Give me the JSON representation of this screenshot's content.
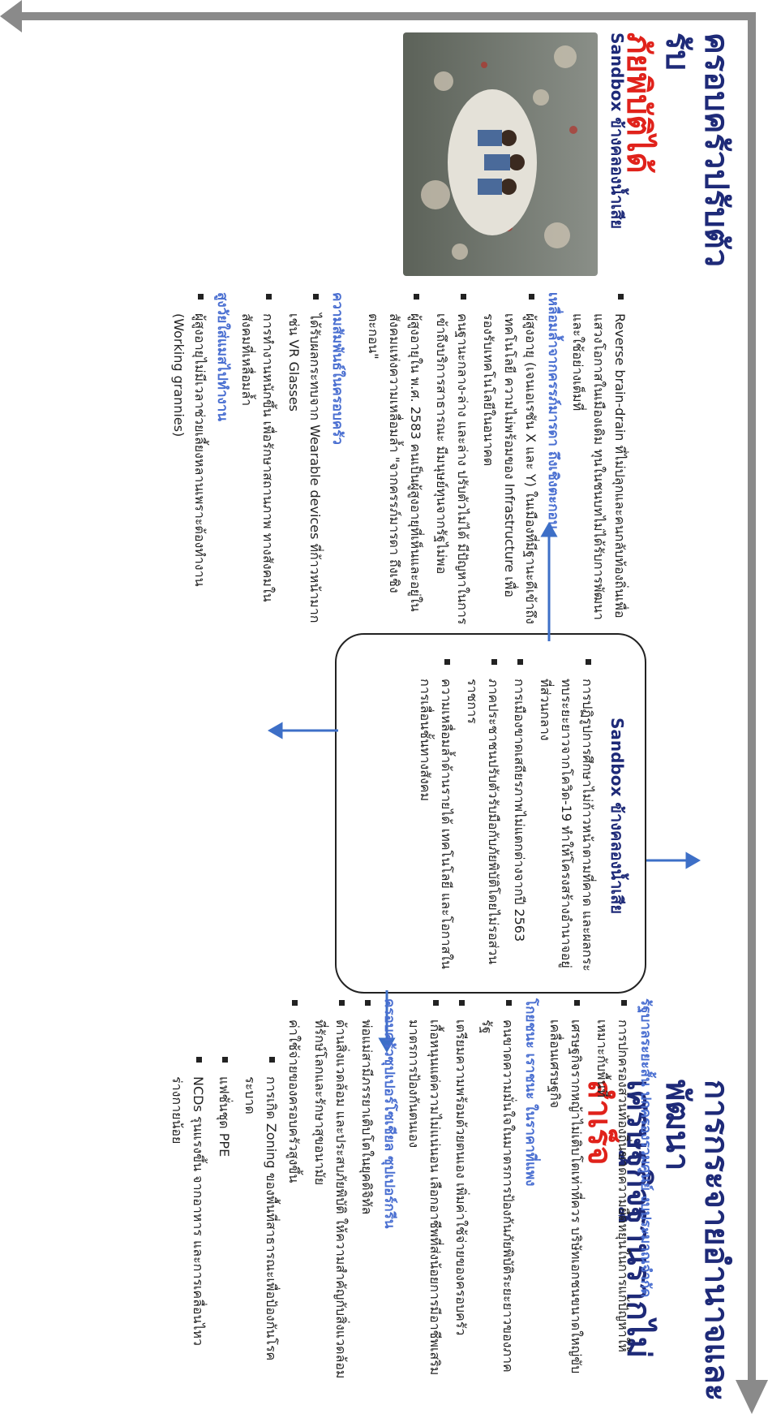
{
  "left_title": {
    "line1": "ครอบครัวปรับตัวรับ",
    "line2": "ภัยพิบัติได้"
  },
  "right_title": {
    "line1": "การกระจายอำนาจและพัฒนา",
    "line2_a": "เศรษฐกิจฐานรากไม่",
    "line2_b": "สำเร็จ"
  },
  "center": {
    "heading": "Sandbox ข้างคลองน้ำเสีย",
    "items": [
      "การปฏิรูปการศึกษาไม่ก้าวหน้าตามที่คาด และผลกระทบระยะยาวจากโควิด-19 ทำให้โครงสร้างอำนาจอยู่ที่ส่วนกลาง",
      "การเมืองขาดเสถียรภาพไม่แตกต่างจากปี 2563",
      "ภาคประชาชนปรับตัวรับมือกับภัยพิบัติโดยไม่รอส่วนราชการ",
      "ความเหลื่อมล้ำด้านรายได้ เทคโนโลยี และโอกาสในการเลื่อนชั้นทางสังคม"
    ]
  },
  "top_left": {
    "intro_items": [
      "Reverse brain-drain ที่ไม่ปลุกและคนกลับท้องถิ่นเพื่อแสวงโอกาสในเมืองเดิม ทุนในชนบทไม่ได้รับการพัฒนาและใช้อย่างเต็มที่"
    ],
    "heading": "เหลื่อมล้ำจากครรภ์มารดา ถึงเชิงตะกอน",
    "items": [
      "ผู้สูงอายุ (เจนเอเรชัน X และ Y) ในเมืองที่มีฐานะดีเข้าถึงเทคโนโลยี ความไม่พร้อมของ Infrastructure เพื่อรองรับเทคโนโลยีในอนาคต",
      "คนฐานะกลาง-ล่าง และล่าง ปรับตัวไม่ได้ มีปัญหาในการเข้าถึงบริการสาธารณะ มีมนุษย์ทุนจากรัฐไม่พอ",
      "ผู้สูงอายุใน พ.ศ. 2583 คนเป็นผู้สูงอายุที่เห็นและอยู่ในสังคมแห่งความเหลื่อมล้ำ \"จากครรภ์มารดา ถึงเชิงตะกอน\""
    ]
  },
  "bottom_left": {
    "heading1": "ความสัมพันธ์ในครอบครัว",
    "items1": [
      "ได้รับผลกระทบจาก Wearable devices ที่ก้าวหน้ามาก เช่น VR Glasses",
      "การทำงานหนักขึ้น เพื่อรักษาสถานภาพ ทางสังคมในสังคมที่เหลื่อมล้ำ"
    ],
    "heading2": "สูงวัยใส่แมสไปทำงาน",
    "items2": [
      "ผู้สูงอายุไม่มีเวลาช่วยเลี้ยงหลานเพราะต้องทำงาน (Working grannies)"
    ]
  },
  "right_upper": {
    "heading1": "รัฐบาลระยะสั้น ปกครองรวมศูนย์ งบประมาณจำกัด",
    "items1": [
      "การปกครองส่วนท้องถิ่นขาดความยืดหยุ่นในการแก้ปัญหาให้เหมาะกับพื้นที่",
      "เศรษฐกิจรากหญ้าไม่เติบโตเท่าที่ควร บริษัทเอกชนขนาดใหญ่ขับเคลื่อนเศรษฐกิจ"
    ],
    "heading2": "โกยชนะ เราชนะ ในราคาที่แพง",
    "items2": [
      "คนขาดความมั่นใจในมาตรการป้องกันภัยพิบัติระยะยาวของภาครัฐ",
      "เตรียมความพร้อมด้วยตนเอง เพิ่มค่าใช้จ่ายของครอบครัว",
      "เกื้อหนุนแต่ความไม่แน่นอน เลือกอาชีพที่ส่งน้อยการมีอาชีพเสริม มาตรการป้องกันตนเอง"
    ],
    "heading3": "ครอบครัวซุปเปอร์โซเชียล ซุปเปอร์กรีน",
    "items3": [
      "พ่อแม่สามีภรรยาเติบโตในยุคดิจิทัล",
      "ด้านสิ่งแวดล้อม และประสบภัยพิบัติ ให้ความสำคัญกับสิ่งแวดล้อมที่รักษ์โลกและรักษาสุขอนามัย",
      "ค่าใช้จ่ายของครอบครัวสูงขึ้น"
    ]
  },
  "right_lower": {
    "items": [
      "การเกิด Zoning ของพื้นที่สาธารณะเพื่อป้องกันโรคระบาด",
      "แฟชั่นชุด PPE",
      "NCDs รุนแรงขึ้น จากอาหาร และการเคลื่อนไหวร่างกายน้อย"
    ]
  },
  "photo_caption": "Sandbox ข้างคลองน้ำเสีย",
  "colors": {
    "accent_blue": "#4a6fd1",
    "navy": "#1e2a78",
    "red": "#e0221b",
    "frame": "#8a8a8a"
  }
}
